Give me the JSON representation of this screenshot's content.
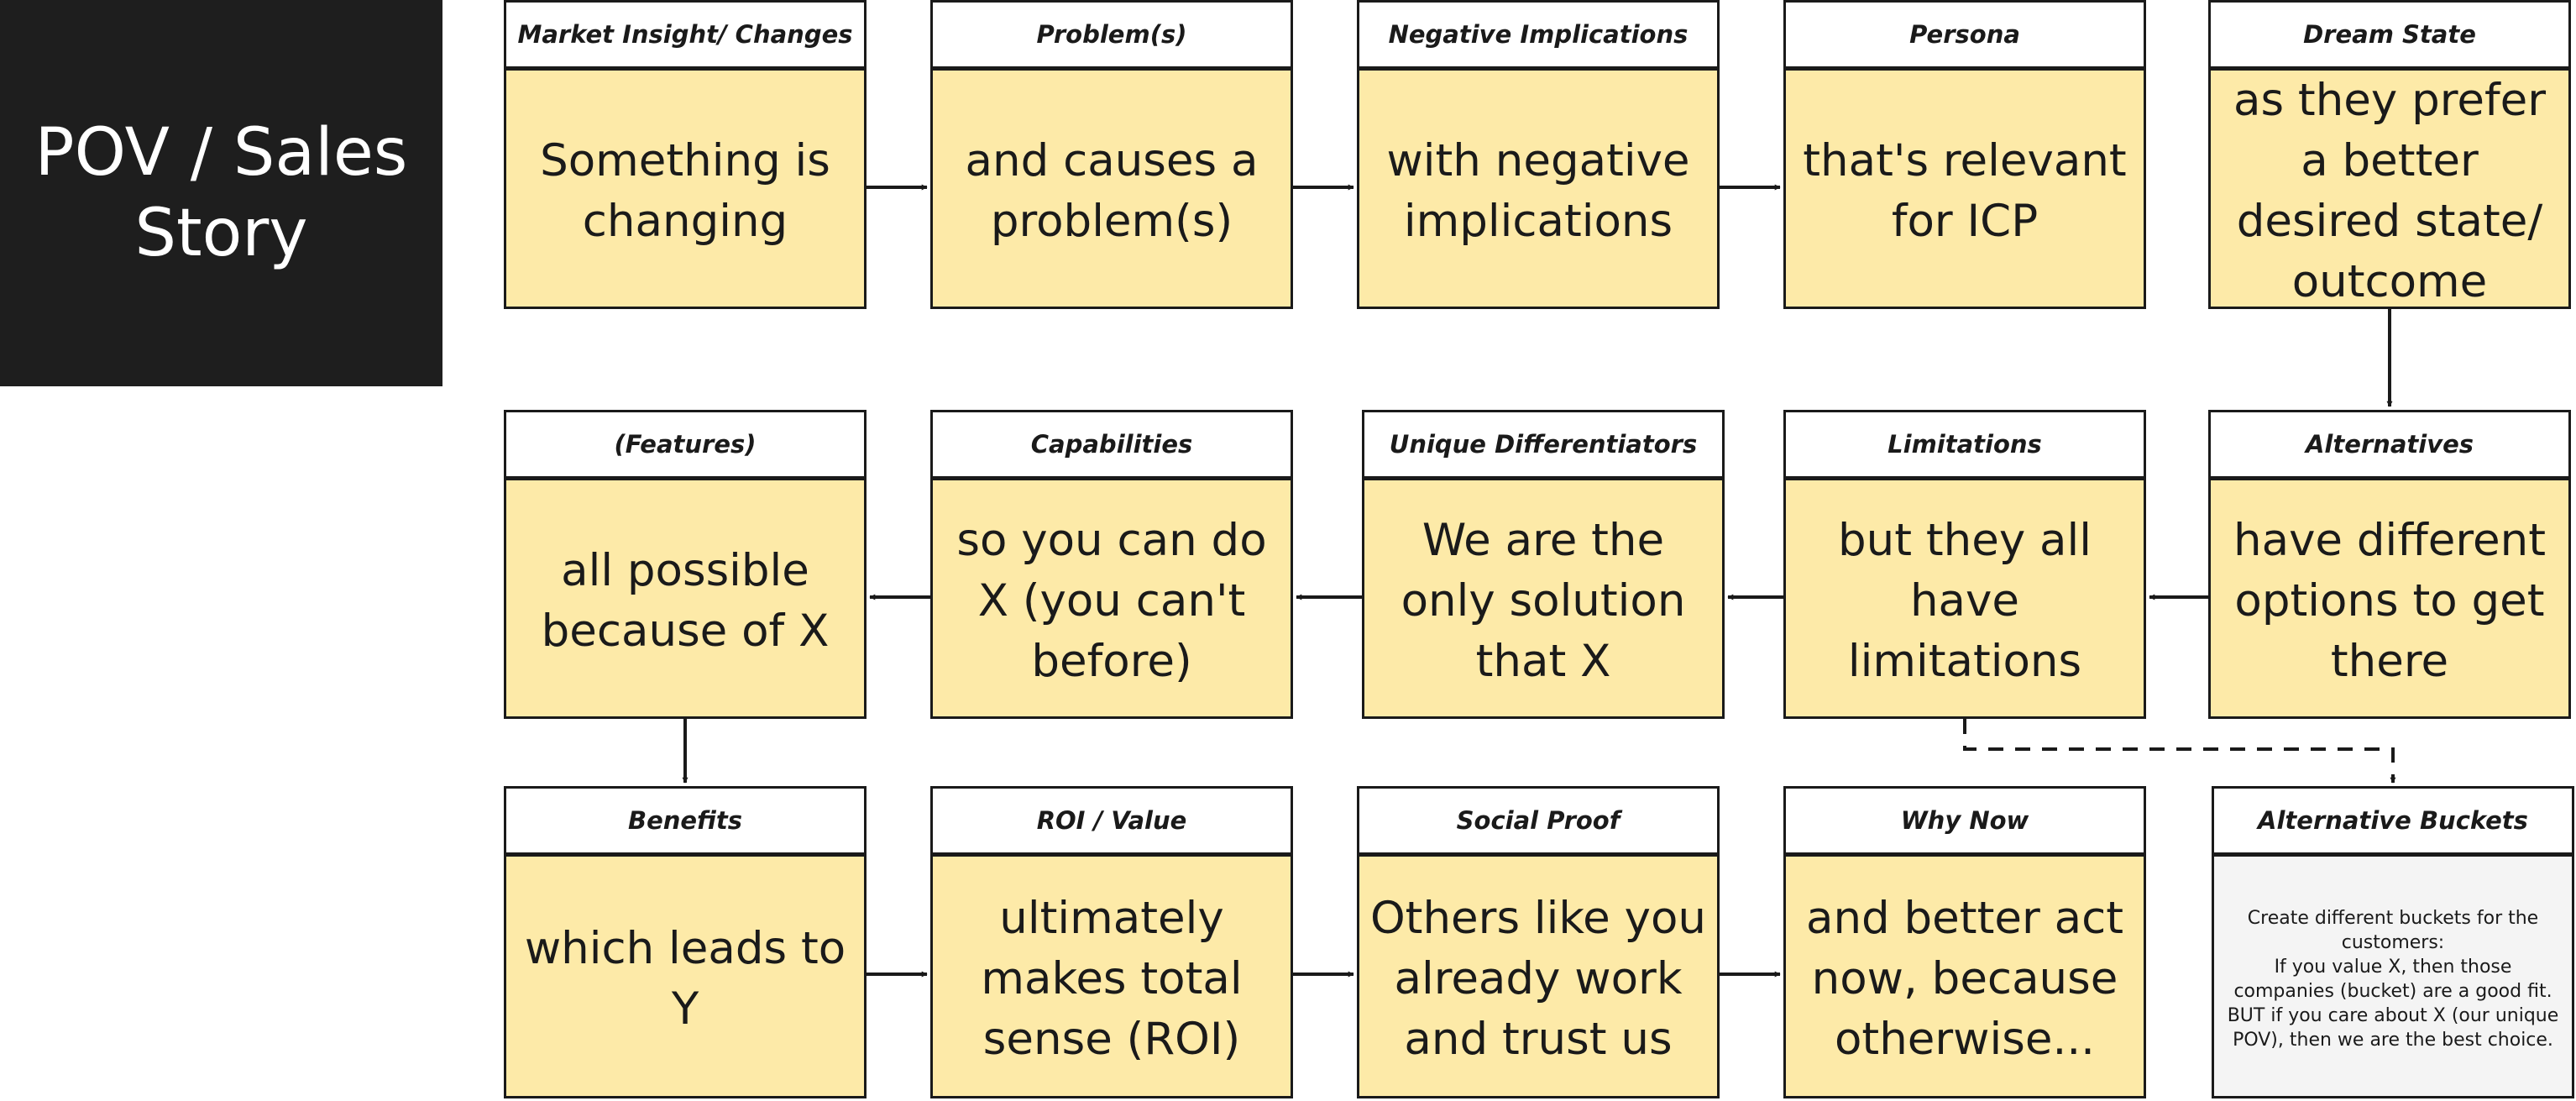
{
  "title": "POV / Sales\nStory",
  "cards": {
    "market": {
      "header": "Market Insight/ Changes",
      "body": "Something is changing"
    },
    "problem": {
      "header": "Problem(s)",
      "body": "and causes a problem(s)"
    },
    "negative": {
      "header": "Negative Implications",
      "body": "with negative implications"
    },
    "persona": {
      "header": "Persona",
      "body": "that's relevant for ICP"
    },
    "dream": {
      "header": "Dream State",
      "body": "as they prefer a better desired state/ outcome"
    },
    "features": {
      "header": "(Features)",
      "body": "all possible because of X"
    },
    "capabilities": {
      "header": "Capabilities",
      "body": "so you can do X (you can't before)"
    },
    "differentiators": {
      "header": "Unique Differentiators",
      "body": "We are the only solution that X"
    },
    "limitations": {
      "header": "Limitations",
      "body": "but they all have limitations"
    },
    "alternatives": {
      "header": "Alternatives",
      "body": "have different options to get there"
    },
    "benefits": {
      "header": "Benefits",
      "body": "which leads to Y"
    },
    "roi": {
      "header": "ROI / Value",
      "body": "ultimately makes total sense (ROI)"
    },
    "social": {
      "header": "Social Proof",
      "body": "Others like you already work and trust us"
    },
    "whynow": {
      "header": "Why Now",
      "body": "and better act now, because otherwise..."
    },
    "buckets": {
      "header": "Alternative Buckets",
      "body": "Create different buckets for the customers:\nIf you value X, then those companies (bucket) are a good fit.\nBUT if you care about X (our unique POV), then we are the best choice."
    }
  }
}
